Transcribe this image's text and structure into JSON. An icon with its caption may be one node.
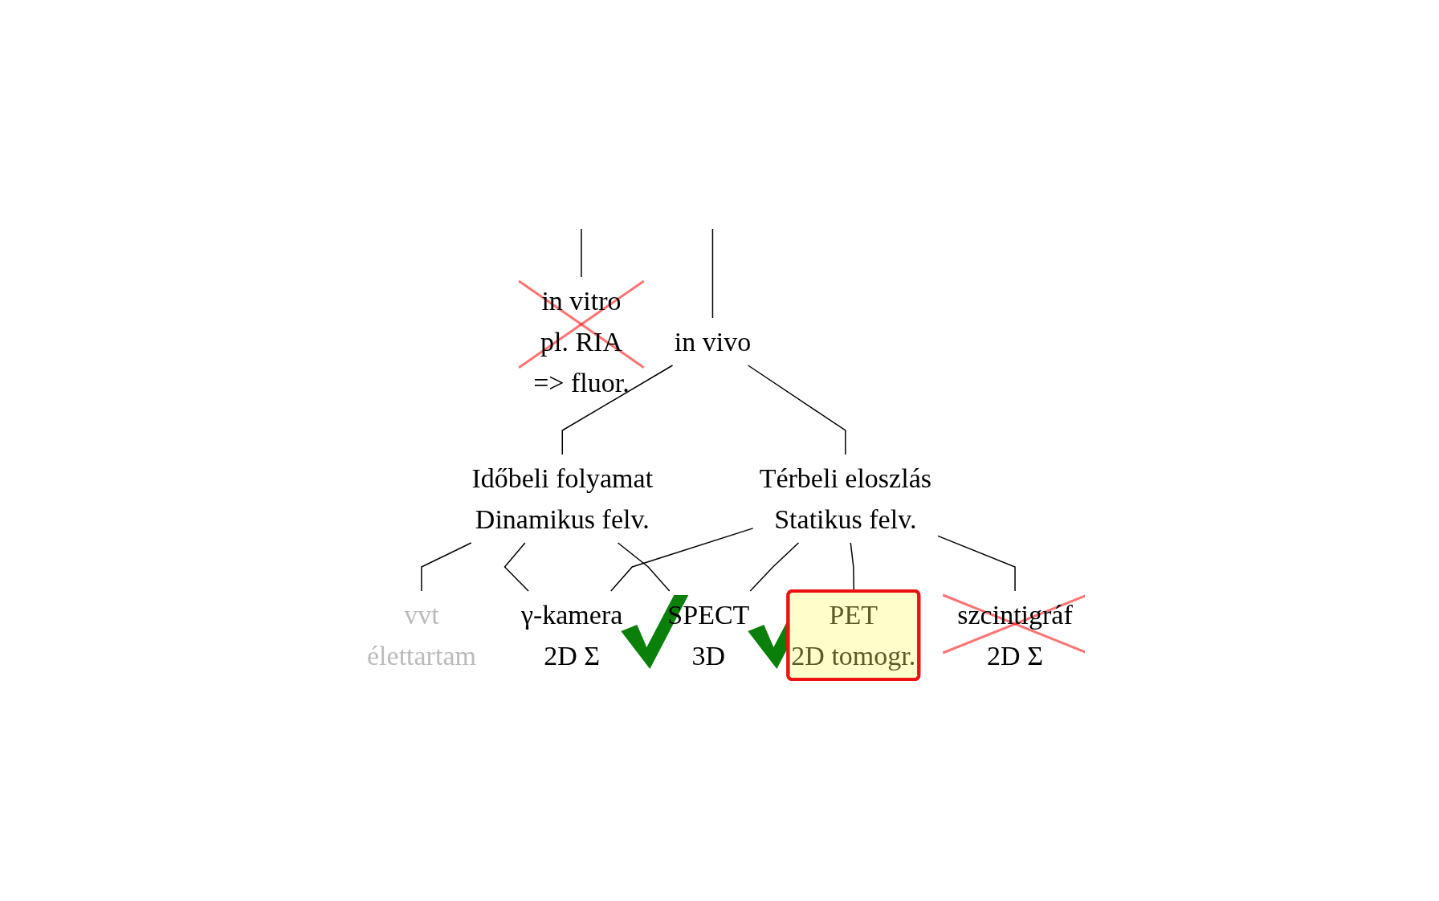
{
  "diagram": {
    "nodes": [
      {
        "text": [
          "in vitro",
          "pl. RIA",
          "=> fluor."
        ]
      },
      {
        "text": [
          "in vivo"
        ]
      },
      {
        "text": [
          "Időbeli folyamat",
          "Dinamikus felv."
        ]
      },
      {
        "text": [
          "Térbeli eloszlás",
          "Statikus felv."
        ]
      },
      {
        "text": [
          "vvt",
          "élettartam"
        ]
      },
      {
        "text": [
          "γ-kamera",
          "2D Σ"
        ]
      },
      {
        "text": [
          "SPECT",
          "3D"
        ]
      },
      {
        "text": [
          "PET",
          "2D tomogr."
        ]
      },
      {
        "text": [
          "szcintigráf",
          "2D Σ"
        ]
      }
    ],
    "edges": [
      {
        "from": null,
        "to": 0,
        "arrow": "none"
      },
      {
        "from": null,
        "to": 1,
        "arrow": "none"
      },
      {
        "from": 1,
        "to": 2,
        "arrow": "none"
      },
      {
        "from": 1,
        "to": 3,
        "arrow": "none"
      },
      {
        "from": 2,
        "to": 4,
        "arrow": "none"
      },
      {
        "from": 2,
        "to": 5,
        "arrow": "none"
      },
      {
        "from": 2,
        "to": 6,
        "arrow": "none"
      },
      {
        "from": 3,
        "to": 5,
        "arrow": "none"
      },
      {
        "from": 3,
        "to": 6,
        "arrow": "none"
      },
      {
        "from": 3,
        "to": 7,
        "arrow": "none"
      },
      {
        "from": 3,
        "to": 8,
        "arrow": "none"
      }
    ]
  }
}
